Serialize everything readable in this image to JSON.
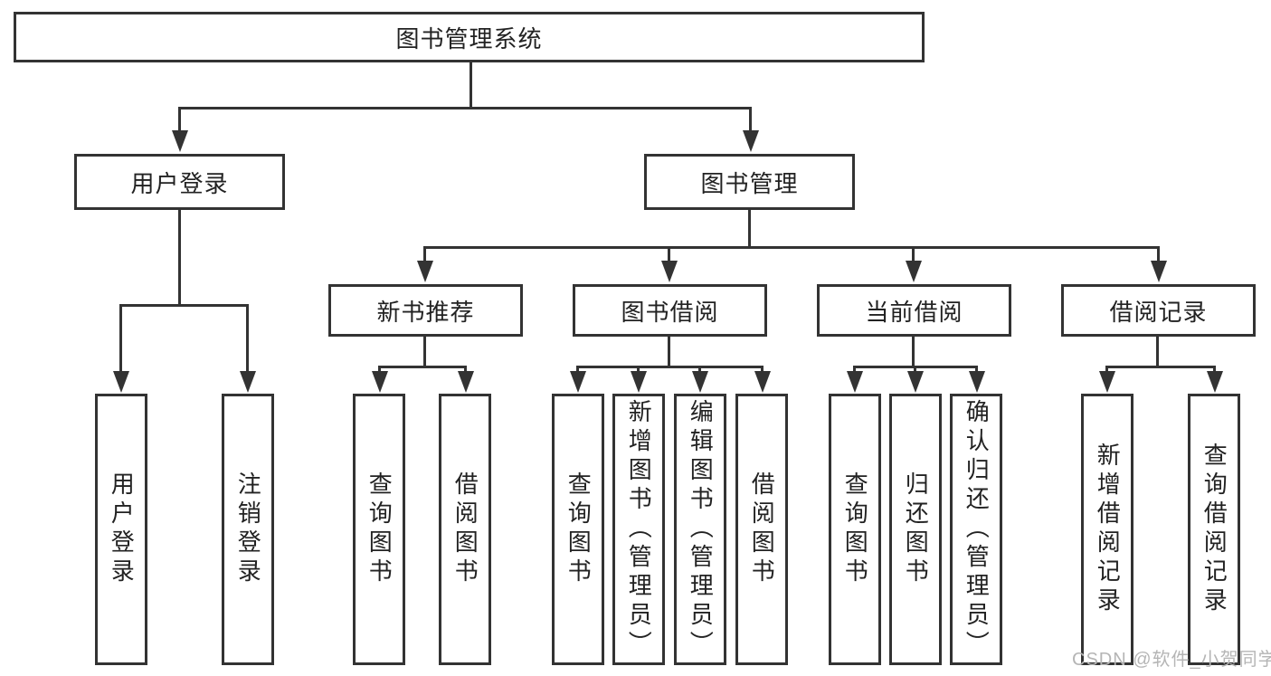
{
  "diagram": {
    "type": "hierarchy-tree",
    "colors": {
      "line": "#333333",
      "box_border": "#333333",
      "text": "#222222",
      "background": "#ffffff",
      "watermark": "#b5b5b5"
    },
    "root": {
      "label": "图书管理系统"
    },
    "level2": [
      {
        "label": "用户登录"
      },
      {
        "label": "图书管理"
      }
    ],
    "level3": [
      {
        "label": "新书推荐"
      },
      {
        "label": "图书借阅"
      },
      {
        "label": "当前借阅"
      },
      {
        "label": "借阅记录"
      }
    ],
    "leaves": {
      "user_login": [
        "用户登录",
        "注销登录"
      ],
      "new_books": [
        "查询图书",
        "借阅图书"
      ],
      "book_borrow": [
        "查询图书",
        "新增图书（管理员）",
        "编辑图书（管理员）",
        "借阅图书"
      ],
      "current_borrow": [
        "查询图书",
        "归还图书",
        "确认归还（管理员）"
      ],
      "borrow_records": [
        "新增借阅记录",
        "查询借阅记录"
      ]
    },
    "watermark": "CSDN @软件_小贺同学"
  }
}
